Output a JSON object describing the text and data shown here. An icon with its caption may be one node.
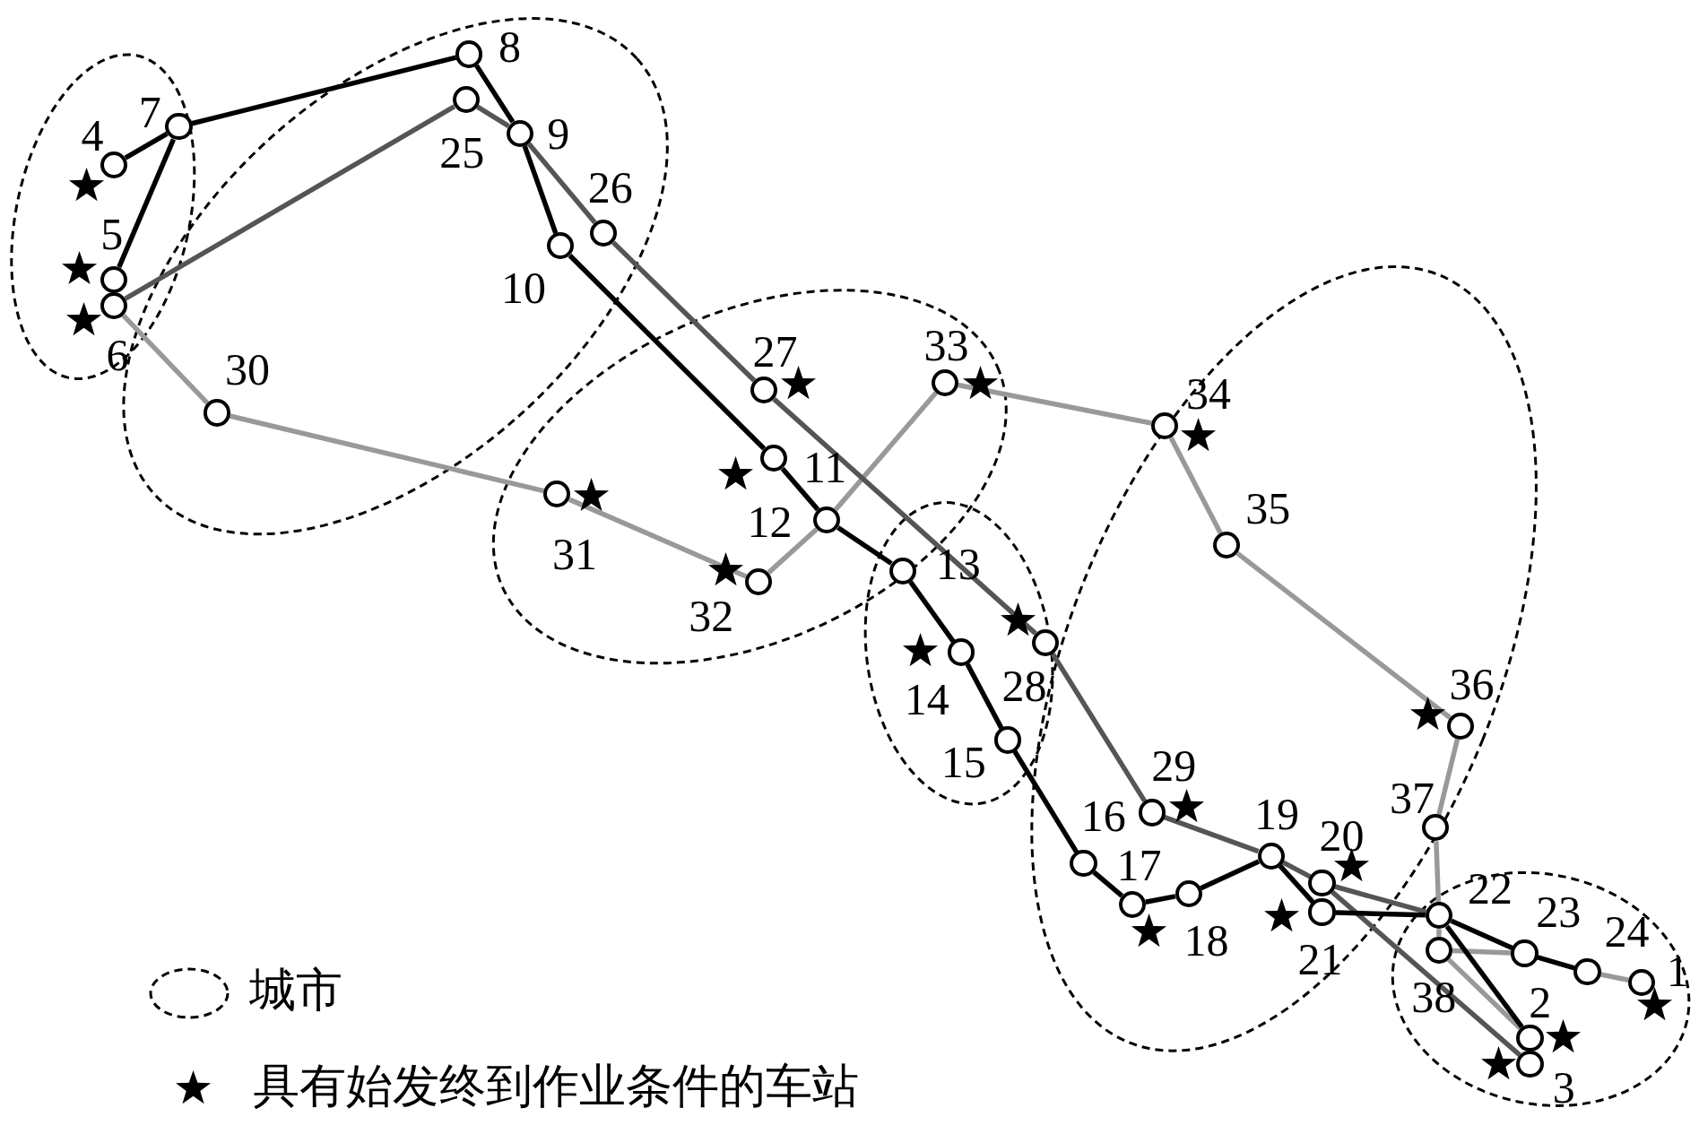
{
  "diagram": {
    "nodes": [
      {
        "text": [],
        "shape": "circle",
        "beside": [
          "1"
        ]
      },
      {
        "text": [],
        "shape": "circle",
        "beside": [
          "2"
        ]
      },
      {
        "text": [],
        "shape": "circle",
        "beside": [
          "3"
        ]
      },
      {
        "text": [],
        "shape": "circle",
        "beside": [
          "4"
        ]
      },
      {
        "text": [],
        "shape": "circle",
        "beside": [
          "5"
        ]
      },
      {
        "text": [],
        "shape": "circle",
        "beside": [
          "6"
        ]
      },
      {
        "text": [],
        "shape": "circle",
        "beside": [
          "7"
        ]
      },
      {
        "text": [],
        "shape": "circle",
        "beside": [
          "8"
        ]
      },
      {
        "text": [],
        "shape": "circle",
        "beside": [
          "9"
        ]
      },
      {
        "text": [],
        "shape": "circle",
        "beside": [
          "10"
        ]
      },
      {
        "text": [],
        "shape": "circle",
        "beside": [
          "11"
        ]
      },
      {
        "text": [],
        "shape": "circle",
        "beside": [
          "12"
        ]
      },
      {
        "text": [],
        "shape": "circle",
        "beside": [
          "13"
        ]
      },
      {
        "text": [],
        "shape": "circle",
        "beside": [
          "14"
        ]
      },
      {
        "text": [],
        "shape": "circle",
        "beside": [
          "15"
        ]
      },
      {
        "text": [],
        "shape": "circle",
        "beside": [
          "16"
        ]
      },
      {
        "text": [],
        "shape": "circle",
        "beside": [
          "17"
        ]
      },
      {
        "text": [],
        "shape": "circle",
        "beside": [
          "18"
        ]
      },
      {
        "text": [],
        "shape": "circle",
        "beside": [
          "19"
        ]
      },
      {
        "text": [],
        "shape": "circle",
        "beside": [
          "20"
        ]
      },
      {
        "text": [],
        "shape": "circle",
        "beside": [
          "21"
        ]
      },
      {
        "text": [],
        "shape": "circle",
        "beside": [
          "22"
        ]
      },
      {
        "text": [],
        "shape": "circle",
        "beside": [
          "23"
        ]
      },
      {
        "text": [],
        "shape": "circle",
        "beside": [
          "24"
        ]
      },
      {
        "text": [],
        "shape": "circle",
        "beside": [
          "25"
        ]
      },
      {
        "text": [],
        "shape": "circle",
        "beside": [
          "26"
        ]
      },
      {
        "text": [],
        "shape": "circle",
        "beside": [
          "27"
        ]
      },
      {
        "text": [],
        "shape": "circle",
        "beside": [
          "28"
        ]
      },
      {
        "text": [],
        "shape": "circle",
        "beside": [
          "29"
        ]
      },
      {
        "text": [],
        "shape": "circle",
        "beside": [
          "30"
        ]
      },
      {
        "text": [],
        "shape": "circle",
        "beside": [
          "31"
        ]
      },
      {
        "text": [],
        "shape": "circle",
        "beside": [
          "32"
        ]
      },
      {
        "text": [],
        "shape": "circle",
        "beside": [
          "33"
        ]
      },
      {
        "text": [],
        "shape": "circle",
        "beside": [
          "34"
        ]
      },
      {
        "text": [],
        "shape": "circle",
        "beside": [
          "35"
        ]
      },
      {
        "text": [],
        "shape": "circle",
        "beside": [
          "36"
        ]
      },
      {
        "text": [],
        "shape": "circle",
        "beside": [
          "37"
        ]
      },
      {
        "text": [],
        "shape": "circle",
        "beside": [
          "38"
        ]
      }
    ],
    "edges": [
      {
        "from": 5,
        "to": 29,
        "arrow": "none",
        "color": "#999999"
      },
      {
        "from": 29,
        "to": 30,
        "arrow": "none",
        "color": "#999999"
      },
      {
        "from": 30,
        "to": 31,
        "arrow": "none",
        "color": "#999999"
      },
      {
        "from": 31,
        "to": 11,
        "arrow": "none",
        "color": "#999999"
      },
      {
        "from": 11,
        "to": 32,
        "arrow": "none",
        "color": "#999999"
      },
      {
        "from": 32,
        "to": 33,
        "arrow": "none",
        "color": "#999999"
      },
      {
        "from": 33,
        "to": 34,
        "arrow": "none",
        "color": "#999999"
      },
      {
        "from": 34,
        "to": 35,
        "arrow": "none",
        "color": "#999999"
      },
      {
        "from": 35,
        "to": 36,
        "arrow": "none",
        "color": "#999999"
      },
      {
        "from": 36,
        "to": 21,
        "arrow": "none",
        "color": "#999999"
      },
      {
        "from": 21,
        "to": 37,
        "arrow": "none",
        "color": "#999999"
      },
      {
        "from": 37,
        "to": 22,
        "arrow": "none",
        "color": "#999999"
      },
      {
        "from": 23,
        "to": 0,
        "arrow": "none",
        "color": "#999999"
      },
      {
        "from": 37,
        "to": 1,
        "arrow": "none",
        "color": "#999999"
      },
      {
        "from": 5,
        "to": 24,
        "arrow": "none",
        "color": "#555555"
      },
      {
        "from": 24,
        "to": 8,
        "arrow": "none",
        "color": "#555555"
      },
      {
        "from": 8,
        "to": 25,
        "arrow": "none",
        "color": "#555555"
      },
      {
        "from": 25,
        "to": 26,
        "arrow": "none",
        "color": "#555555"
      },
      {
        "from": 26,
        "to": 27,
        "arrow": "none",
        "color": "#555555"
      },
      {
        "from": 27,
        "to": 28,
        "arrow": "none",
        "color": "#555555"
      },
      {
        "from": 28,
        "to": 18,
        "arrow": "none",
        "color": "#555555"
      },
      {
        "from": 18,
        "to": 19,
        "arrow": "none",
        "color": "#555555"
      },
      {
        "from": 19,
        "to": 21,
        "arrow": "none",
        "color": "#555555"
      },
      {
        "from": 19,
        "to": 2,
        "arrow": "none",
        "color": "#555555"
      },
      {
        "from": 3,
        "to": 6,
        "arrow": "none"
      },
      {
        "from": 6,
        "to": 4,
        "arrow": "none"
      },
      {
        "from": 6,
        "to": 7,
        "arrow": "none"
      },
      {
        "from": 7,
        "to": 8,
        "arrow": "none"
      },
      {
        "from": 8,
        "to": 9,
        "arrow": "none"
      },
      {
        "from": 9,
        "to": 10,
        "arrow": "none"
      },
      {
        "from": 10,
        "to": 11,
        "arrow": "none"
      },
      {
        "from": 11,
        "to": 12,
        "arrow": "none"
      },
      {
        "from": 12,
        "to": 13,
        "arrow": "none"
      },
      {
        "from": 13,
        "to": 14,
        "arrow": "none"
      },
      {
        "from": 14,
        "to": 15,
        "arrow": "none"
      },
      {
        "from": 15,
        "to": 16,
        "arrow": "none"
      },
      {
        "from": 16,
        "to": 17,
        "arrow": "none"
      },
      {
        "from": 17,
        "to": 18,
        "arrow": "none"
      },
      {
        "from": 18,
        "to": 20,
        "arrow": "none"
      },
      {
        "from": 20,
        "to": 21,
        "arrow": "none"
      },
      {
        "from": 21,
        "to": 22,
        "arrow": "none"
      },
      {
        "from": 22,
        "to": 23,
        "arrow": "none"
      },
      {
        "from": 21,
        "to": 1,
        "arrow": "none"
      }
    ],
    "legend": [
      {
        "text": "城市"
      },
      {
        "text": "具有始发终到作业条件的车站"
      }
    ]
  }
}
